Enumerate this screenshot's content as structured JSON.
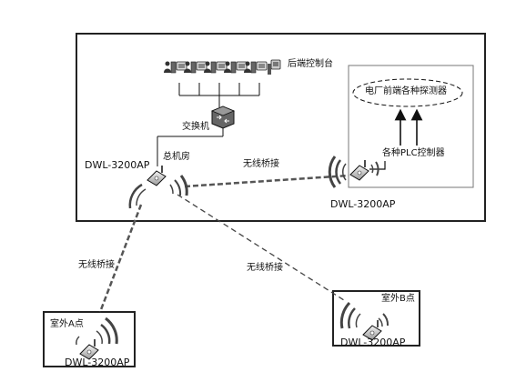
{
  "labels": {
    "backend_console": "后端控制台",
    "switch": "交换机",
    "main_room": "总机房",
    "ap_main": "DWL-3200AP",
    "wireless_bridge_top": "无线桥接",
    "ap_plant": "DWL-3200AP",
    "plc_controllers": "各种PLC控制器",
    "detectors": "电厂前端各种探测器",
    "wireless_bridge_left": "无线桥接",
    "wireless_bridge_mid": "无线桥接",
    "site_a": "室外A点",
    "ap_site_a": "DWL-3200AP",
    "site_b": "室外B点",
    "ap_site_b": "DWL-3200AP"
  },
  "icons": {
    "workstation": "workstation-icon",
    "switch": "switch-icon",
    "access_point": "access-point-icon",
    "signal_waves": "wifi-signal-icon"
  },
  "colors": {
    "line": "#111111",
    "dashed_link": "#555555",
    "box_border": "#222222",
    "plant_box_border": "#777777"
  }
}
